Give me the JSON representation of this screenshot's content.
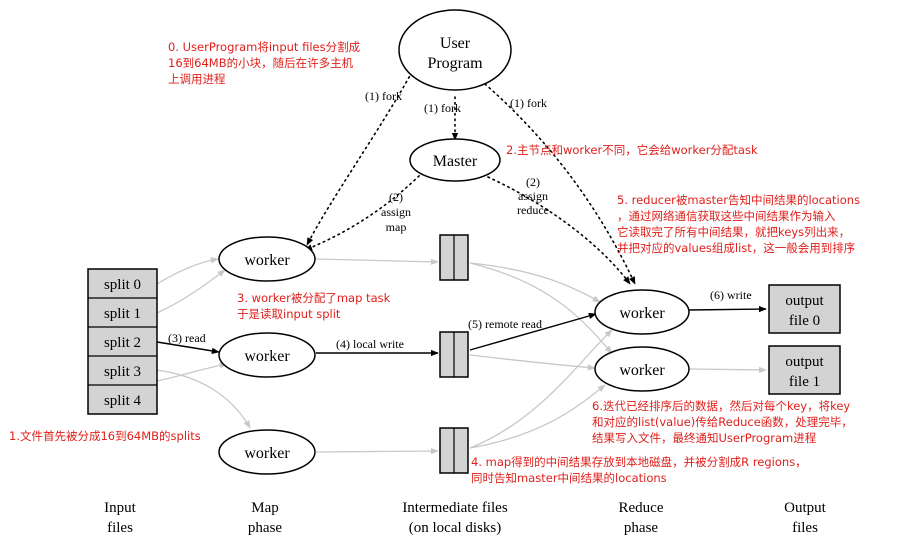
{
  "nodes": {
    "user_program": [
      "User",
      "Program"
    ],
    "master": "Master",
    "worker": "worker",
    "splits": [
      "split 0",
      "split 1",
      "split 2",
      "split 3",
      "split 4"
    ],
    "outputs": [
      [
        "output",
        "file 0"
      ],
      [
        "output",
        "file 1"
      ]
    ]
  },
  "edges": {
    "fork_left": "(1) fork",
    "fork_mid": "(1) fork",
    "fork_right": "(1) fork",
    "assign_map": [
      "(2)",
      "assign",
      "map"
    ],
    "assign_reduce": [
      "(2)",
      "assign",
      "reduce"
    ],
    "read": "(3) read",
    "local_write": "(4) local write",
    "remote_read": "(5) remote read",
    "write": "(6) write"
  },
  "phases": [
    [
      "Input",
      "files"
    ],
    [
      "Map",
      "phase"
    ],
    [
      "Intermediate files",
      "(on local disks)"
    ],
    [
      "Reduce",
      "phase"
    ],
    [
      "Output",
      "files"
    ]
  ],
  "notes": {
    "n0": [
      "0. UserProgram将input files分割成",
      "16到64MB的小块，随后在许多主机",
      "上调用进程"
    ],
    "n1": "1.文件首先被分成16到64MB的splits",
    "n2": "2.主节点和worker不同，它会给worker分配task",
    "n3": [
      "3. worker被分配了map task",
      "于是读取input split"
    ],
    "n4": [
      "4. map得到的中间结果存放到本地磁盘，并被分割成R regions，",
      "同时告知master中间结果的locations"
    ],
    "n5": [
      "5. reducer被master告知中间结果的locations",
      "，通过网络通信获取这些中间结果作为输入",
      "它读取完了所有中间结果，就把keys列出来，",
      "并把对应的values组成list，这一般会用到排序"
    ],
    "n6": [
      "6.迭代已经排序后的数据，然后对每个key，将key",
      "和对应的list(value)传给Reduce函数，处理完毕，",
      "结果写入文件，最终通知UserProgram进程"
    ]
  },
  "colors": {
    "note": "#e0201c",
    "box_fill": "#d3d3d3",
    "gray_line": "#c8c8c8",
    "stroke": "#000000"
  }
}
